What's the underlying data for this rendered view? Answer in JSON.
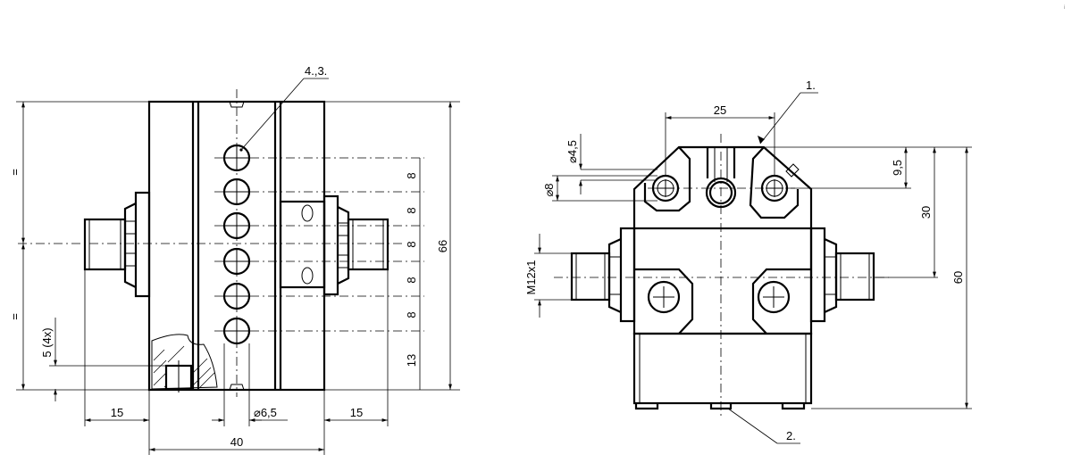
{
  "corner_mark": "i",
  "left_view": {
    "labels": {
      "ref_43": "4.,3.",
      "five_4x": "5 (4x)",
      "equal_top": "=",
      "equal_bottom": "=",
      "phi65": "⌀6,5",
      "w15_left": "15",
      "w15_right": "15",
      "w40": "40",
      "h66": "66",
      "h13": "13",
      "pitch": [
        "8",
        "8",
        "8",
        "8",
        "8"
      ]
    }
  },
  "right_view": {
    "labels": {
      "ref_1": "1.",
      "ref_2": "2.",
      "w25": "25",
      "phi45": "⌀4,5",
      "phi8": "⌀8",
      "m12": "M12x1",
      "h95": "9,5",
      "h30": "30",
      "h60": "60"
    }
  }
}
